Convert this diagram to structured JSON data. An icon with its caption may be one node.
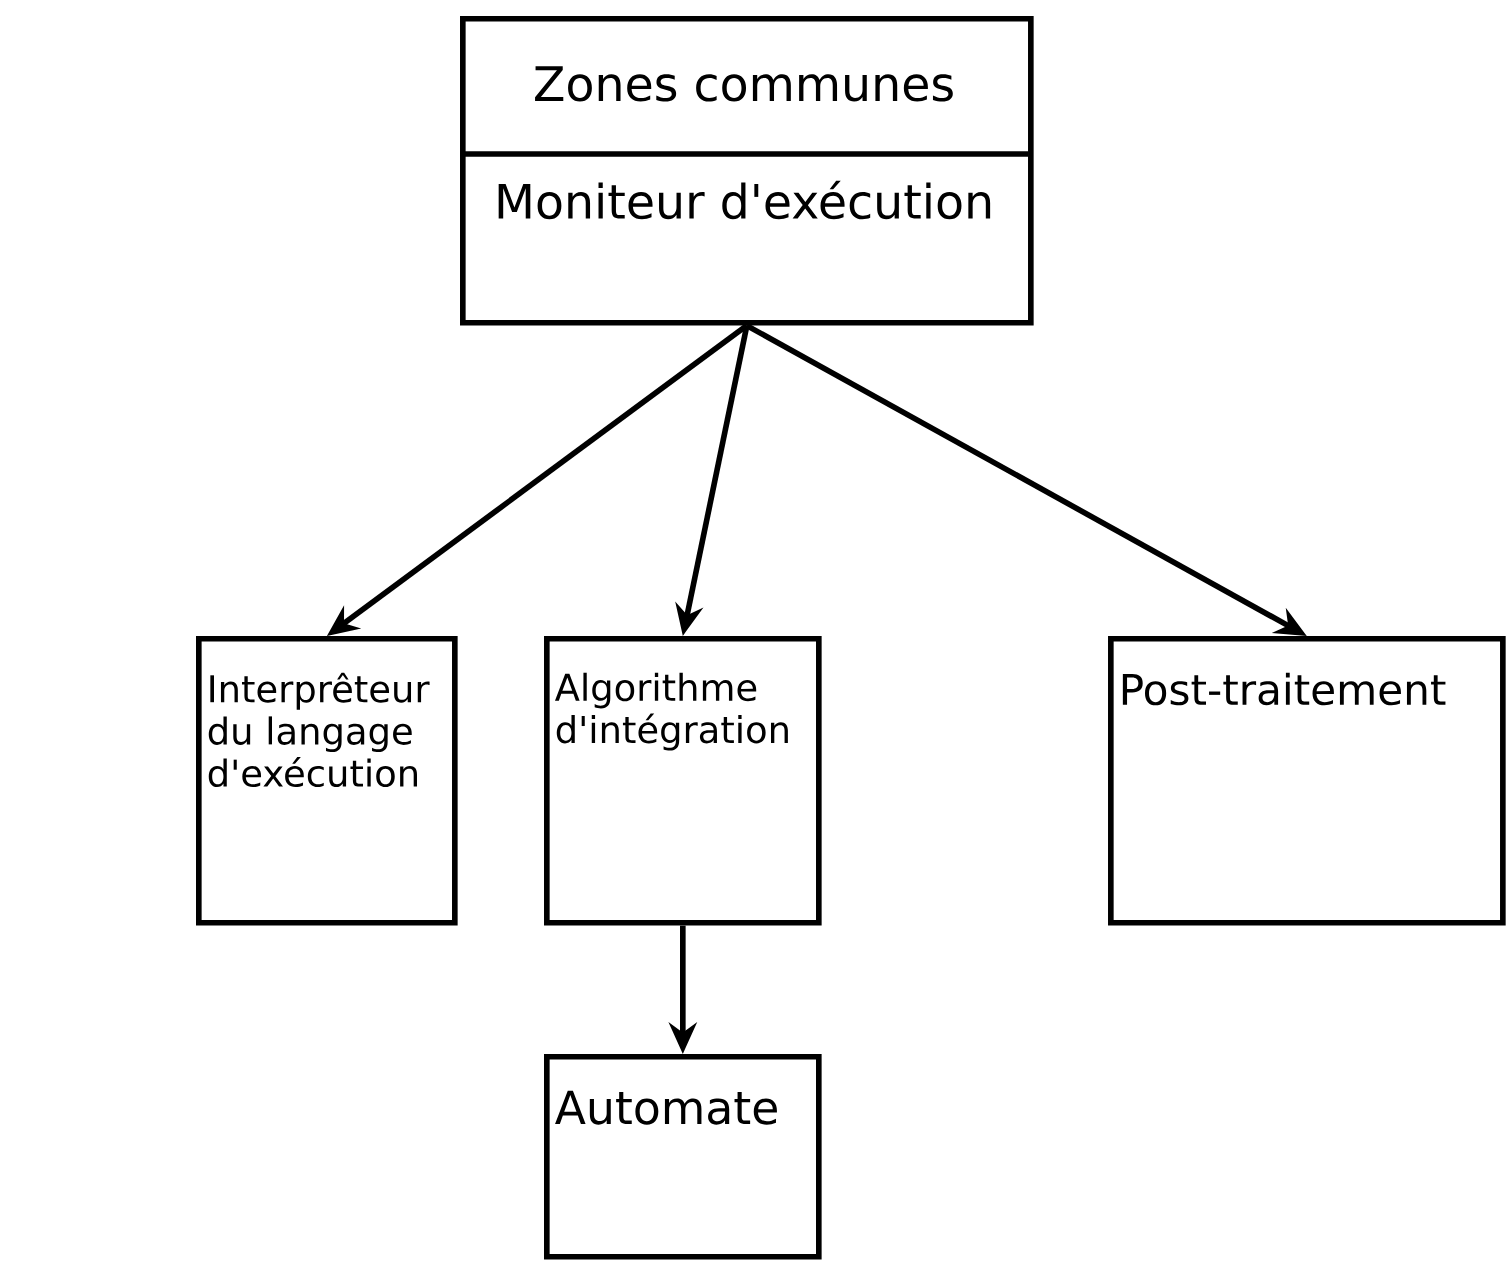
{
  "diagram": {
    "nodes": [
      {
        "text": [
          "Zones communes",
          "Moniteur d'exécution"
        ]
      },
      {
        "text": [
          "Interprêteur du langage d'exécution"
        ]
      },
      {
        "text": [
          "Algorithme d'intégration"
        ]
      },
      {
        "text": [
          "Post-traitement"
        ]
      },
      {
        "text": [
          "Automate"
        ]
      }
    ],
    "edges": [
      {
        "from": 0,
        "to": 1,
        "arrow": "to"
      },
      {
        "from": 0,
        "to": 2,
        "arrow": "to"
      },
      {
        "from": 0,
        "to": 3,
        "arrow": "to"
      },
      {
        "from": 2,
        "to": 4,
        "arrow": "to"
      }
    ]
  }
}
